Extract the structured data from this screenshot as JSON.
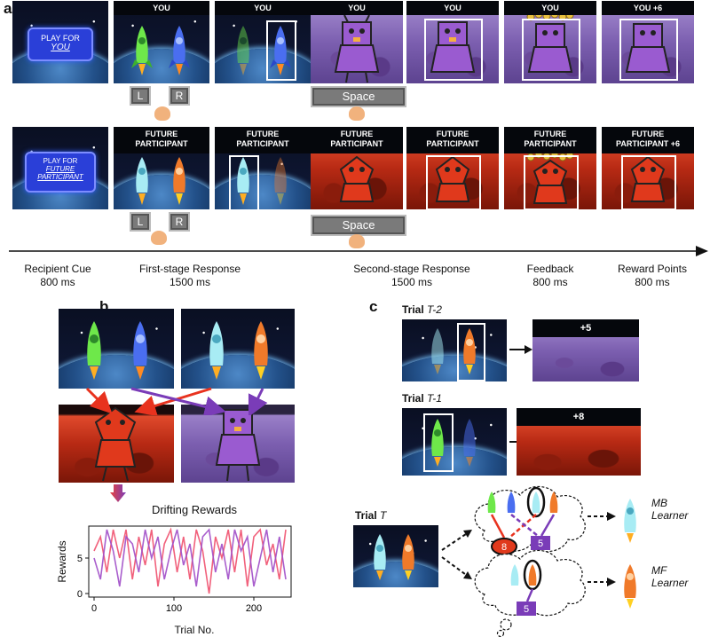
{
  "panels": {
    "a": "a",
    "b": "b",
    "c": "c"
  },
  "panel_a": {
    "row1": {
      "cue_line1": "PLAY FOR",
      "cue_line2": "YOU",
      "headers": [
        "YOU",
        "YOU",
        "YOU",
        "YOU",
        "YOU",
        "YOU +6"
      ]
    },
    "row2": {
      "cue_line1": "PLAY FOR",
      "cue_line2": "FUTURE",
      "cue_line3": "PARTICIPANT",
      "headers_l1": [
        "FUTURE",
        "FUTURE",
        "FUTURE",
        "FUTURE",
        "FUTURE",
        "FUTURE"
      ],
      "headers_l2": [
        "PARTICIPANT",
        "PARTICIPANT",
        "PARTICIPANT",
        "PARTICIPANT",
        "PARTICIPANT",
        "PARTICIPANT +6"
      ]
    },
    "keys": {
      "left": "L",
      "right": "R",
      "space": "Space"
    },
    "timeline": [
      {
        "label": "Recipient Cue",
        "time": "800 ms"
      },
      {
        "label": "First-stage Response",
        "time": "1500 ms"
      },
      {
        "label": "Second-stage Response",
        "time": "1500 ms"
      },
      {
        "label": "Feedback",
        "time": "800 ms"
      },
      {
        "label": "Reward Points",
        "time": "800 ms"
      }
    ]
  },
  "panel_b": {
    "chart_data": {
      "type": "line",
      "title": "Drifting Rewards",
      "xlabel": "Trial No.",
      "ylabel": "Rewards",
      "xlim": [
        0,
        240
      ],
      "ylim": [
        0,
        9
      ],
      "xticks": [
        "0",
        "100",
        "200"
      ],
      "yticks": [
        "0",
        "5"
      ],
      "series": [
        {
          "color": "#f0506e",
          "x": [
            0,
            8,
            16,
            24,
            32,
            40,
            48,
            56,
            64,
            72,
            80,
            88,
            96,
            104,
            112,
            120,
            128,
            136,
            144,
            152,
            160,
            168,
            176,
            184,
            192,
            200,
            208,
            216,
            224,
            232,
            240
          ],
          "y": [
            6,
            8,
            3,
            9,
            5,
            9,
            2,
            8,
            4,
            9,
            1,
            7,
            9,
            3,
            8,
            2,
            9,
            6,
            0,
            8,
            5,
            9,
            3,
            9,
            1,
            8,
            9,
            4,
            7,
            2,
            9
          ]
        },
        {
          "color": "#a04cc8",
          "x": [
            0,
            8,
            16,
            24,
            32,
            40,
            48,
            56,
            64,
            72,
            80,
            88,
            96,
            104,
            112,
            120,
            128,
            136,
            144,
            152,
            160,
            168,
            176,
            184,
            192,
            200,
            208,
            216,
            224,
            232,
            240
          ],
          "y": [
            5,
            2,
            9,
            6,
            1,
            8,
            7,
            3,
            9,
            5,
            8,
            2,
            6,
            9,
            4,
            7,
            1,
            8,
            9,
            3,
            7,
            2,
            9,
            6,
            8,
            1,
            5,
            9,
            3,
            8,
            2
          ]
        }
      ]
    }
  },
  "panel_c": {
    "trial_t2": {
      "label": "Trial",
      "index": "T-2",
      "reward": "+5"
    },
    "trial_t1": {
      "label": "Trial",
      "index": "T-1",
      "reward": "+8"
    },
    "trial_t": {
      "label": "Trial",
      "index": "T"
    },
    "mb": {
      "value_left": "8",
      "value_right": "5",
      "learner_l1": "MB",
      "learner_l2": "Learner"
    },
    "mf": {
      "value": "5",
      "learner_l1": "MF",
      "learner_l2": "Learner"
    }
  }
}
